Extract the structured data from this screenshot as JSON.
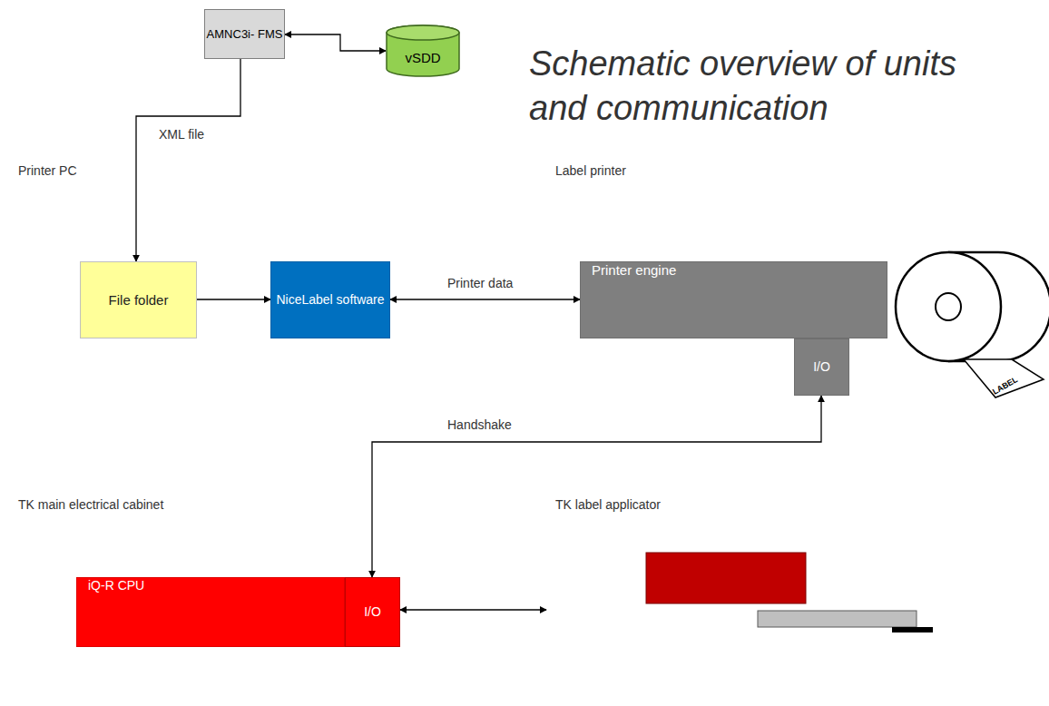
{
  "diagram": {
    "title": "Schematic overview of units and communication",
    "nodes": [
      {
        "text": [
          "AMNC3i- FMS"
        ]
      },
      {
        "text": [
          "vSDD"
        ]
      },
      {
        "text": [
          "Printer PC"
        ]
      },
      {
        "text": [
          "File folder"
        ],
        "in": 2
      },
      {
        "text": [
          "NiceLabel software"
        ],
        "in": 2
      },
      {
        "text": [
          "Label printer"
        ]
      },
      {
        "text": [
          "Printer engine"
        ],
        "in": 5
      },
      {
        "text": [
          "I/O"
        ],
        "in": 5
      },
      {
        "text": [
          "TK main electrical cabinet"
        ]
      },
      {
        "text": [
          "iQ-R  CPU"
        ],
        "in": 8
      },
      {
        "text": [
          "I/O"
        ],
        "in": 8
      },
      {
        "text": [
          "TK label applicator"
        ]
      }
    ],
    "edges": [
      {
        "from": 0,
        "to": 1,
        "arrow": "both"
      },
      {
        "from": 0,
        "to": 3,
        "label": "XML file",
        "arrow": "to"
      },
      {
        "from": 3,
        "to": 4,
        "arrow": "to"
      },
      {
        "from": 4,
        "to": 6,
        "label": "Printer data",
        "arrow": "both"
      },
      {
        "from": 7,
        "to": 10,
        "label": "Handshake",
        "arrow": "both"
      },
      {
        "from": 10,
        "to": 11,
        "arrow": "both"
      }
    ],
    "labels": [
      "LABEL"
    ]
  }
}
